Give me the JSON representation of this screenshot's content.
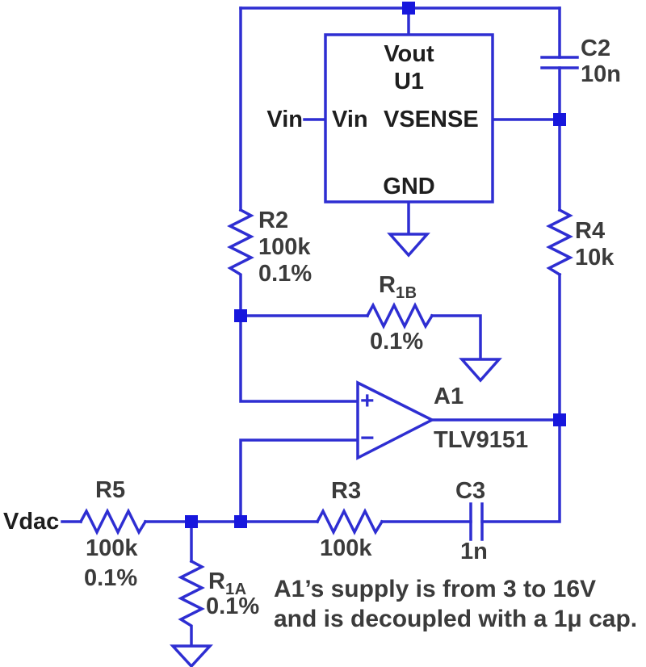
{
  "colors": {
    "wire": "#2e2ed2",
    "junction": "#1717dd",
    "label_text": "#3b3b3b",
    "pin_text": "#1e1e1e",
    "background": "#ffffff"
  },
  "u1": {
    "designator": "U1",
    "pins": {
      "vout": "Vout",
      "vin": "Vin",
      "vsense": "VSENSE",
      "gnd": "GND"
    }
  },
  "nets": {
    "vin": "Vin",
    "vdac": "Vdac"
  },
  "components": {
    "c2": {
      "ref": "C2",
      "value": "10n"
    },
    "r2": {
      "ref": "R2",
      "value": "100k",
      "tol": "0.1%"
    },
    "r4": {
      "ref": "R4",
      "value": "10k"
    },
    "r1b": {
      "ref": "R",
      "sub": "1B",
      "tol": "0.1%"
    },
    "a1": {
      "ref": "A1",
      "part": "TLV9151",
      "plus": "+",
      "minus": "−"
    },
    "r5": {
      "ref": "R5",
      "value": "100k",
      "tol": "0.1%"
    },
    "r1a": {
      "ref": "R",
      "sub": "1A",
      "tol": "0.1%"
    },
    "r3": {
      "ref": "R3",
      "value": "100k"
    },
    "c3": {
      "ref": "C3",
      "value": "1n"
    }
  },
  "note": {
    "line1": "A1’s supply is from 3 to 16V",
    "line2": "and is decoupled with a 1μ cap."
  }
}
